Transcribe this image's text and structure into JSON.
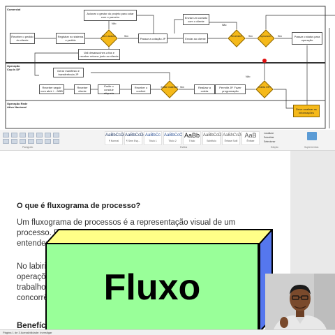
{
  "flowchart": {
    "lanes": [
      {
        "label": "Comercial"
      },
      {
        "label": "Operação\nCop is DF"
      },
      {
        "label": "Operação Rede\nAtivo Nacional"
      }
    ],
    "nodes": [
      {
        "text": "Receber o pedido do cliente"
      },
      {
        "text": "Registrar no sistema o pedido"
      },
      {
        "text": "Acionar o gestor do projeto para cotar com o parceiro"
      },
      {
        "text": "Passar a cotação JP"
      },
      {
        "text": "Enviar ao cliente"
      },
      {
        "text": "Enviar um contato com o cliente"
      },
      {
        "text": "Passar o status para operação"
      },
      {
        "text": "Vali desassoches a fas e receber retorno junto ao cliente"
      },
      {
        "text": "Gerar manifesto e transferência JP"
      },
      {
        "text": "Receber seguir com abrir / ...NBB"
      },
      {
        "text": "Receber cliente"
      },
      {
        "text": "Emitir o concluir etiqueta"
      },
      {
        "text": "Receber o conferir"
      },
      {
        "text": "Realizar a coleta"
      },
      {
        "text": "Permitir JP. Fazer programação"
      },
      {
        "text": "Deve analisar as informações"
      }
    ],
    "decisions": [
      {
        "text": "Sem dados?"
      },
      {
        "text": "Recebido?"
      },
      {
        "text": "Aprovado?"
      },
      {
        "text": "Existe material?"
      },
      {
        "text": "Coleta OK?"
      }
    ],
    "edge_labels": {
      "yes": "Sim",
      "no": "Não"
    }
  },
  "ribbon": {
    "styles": [
      {
        "preview": "AaBbCcDd",
        "name": "¶ Normal"
      },
      {
        "preview": "AaBbCcDd",
        "name": "¶ Sem Esp..."
      },
      {
        "preview": "AaBbCc",
        "name": "Título 1"
      },
      {
        "preview": "AaBbCcC",
        "name": "Título 2"
      },
      {
        "preview": "AaBb",
        "name": "Título"
      },
      {
        "preview": "AaBbCcD",
        "name": "Subtítulo"
      },
      {
        "preview": "AaBbCcDd",
        "name": "Ênfase Sutil"
      },
      {
        "preview": "AaB",
        "name": "Ênfase"
      }
    ],
    "right_buttons": [
      "Localizar",
      "Substituir",
      "Selecionar"
    ],
    "groups": [
      "Parágrafo",
      "Estilos",
      "Edição",
      "Suplementos"
    ]
  },
  "document": {
    "title": "O que é fluxograma de processo?",
    "lines": [
      "Um fluxograma de processos é a representação visual de um",
      "processo. Ele",
      "entender",
      "No labirin",
      "operaçõe",
      "trabalho",
      "concorrê",
      "Benefíci"
    ]
  },
  "overlay": {
    "word": "Fluxo"
  },
  "status": {
    "text": "Página 1 de 3   Acessibilidade: investigar"
  }
}
